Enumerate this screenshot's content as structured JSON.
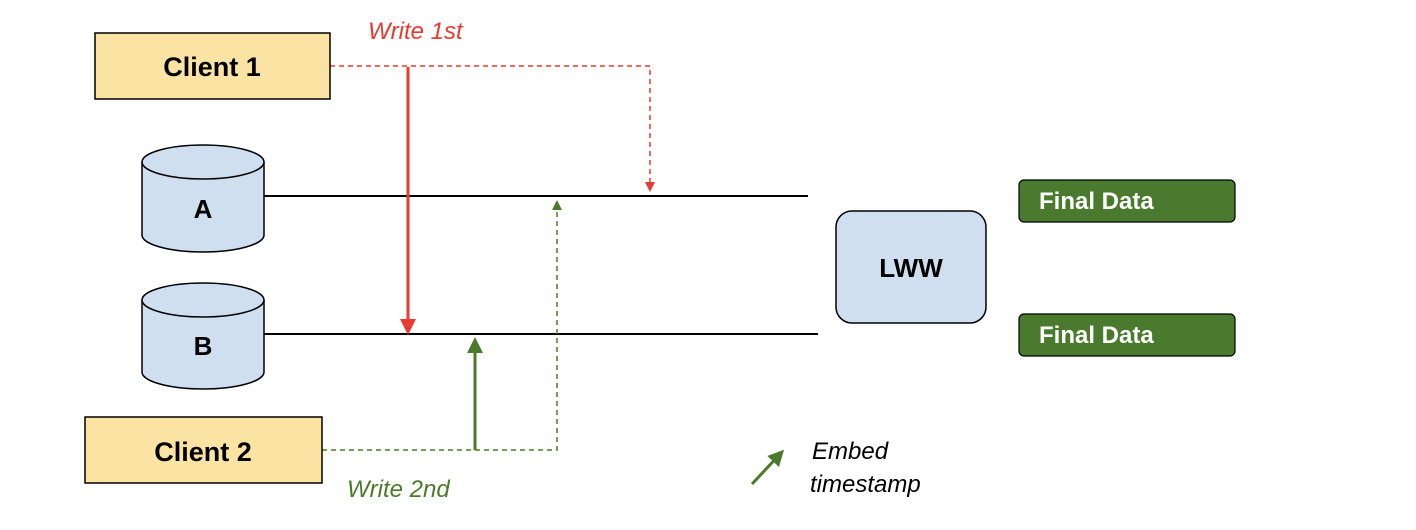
{
  "colors": {
    "client_fill": "#fbe3a3",
    "db_fill": "#cfdff0",
    "final_fill": "#497a2e",
    "final_text": "#ffffff",
    "write1": "#e83a30",
    "write2": "#4c7a2c",
    "line": "#000000",
    "text": "#000000"
  },
  "clients": {
    "client1": "Client 1",
    "client2": "Client 2"
  },
  "databases": {
    "a": "A",
    "b": "B"
  },
  "resolver": {
    "label": "LWW"
  },
  "outputs": {
    "top": "Final Data",
    "bottom": "Final Data"
  },
  "writes": {
    "first": "Write 1st",
    "second": "Write 2nd"
  },
  "legend": {
    "line1": "Embed",
    "line2": "timestamp",
    "icon": "arrow-icon"
  }
}
